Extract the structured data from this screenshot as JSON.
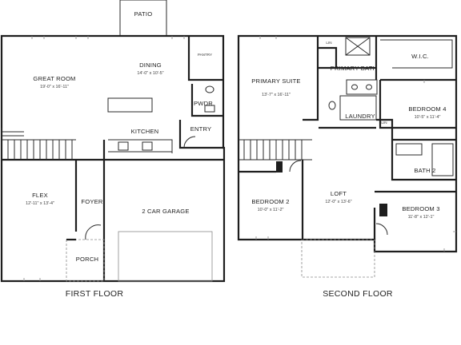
{
  "first_floor": {
    "title": "FIRST FLOOR",
    "rooms": {
      "patio": {
        "name": "PATIO"
      },
      "great_room": {
        "name": "GREAT ROOM",
        "dims": "19'-0\" x 16'-11\""
      },
      "dining": {
        "name": "DINING",
        "dims": "14'-0\" x 10'-5\""
      },
      "pantry": {
        "name": "PANTRY"
      },
      "pwdr": {
        "name": "PWDR"
      },
      "kitchen": {
        "name": "KITCHEN"
      },
      "entry": {
        "name": "ENTRY"
      },
      "flex": {
        "name": "FLEX",
        "dims": "12'-11\" x 13'-4\""
      },
      "foyer": {
        "name": "FOYER"
      },
      "garage": {
        "name": "2 CAR GARAGE"
      },
      "porch": {
        "name": "PORCH"
      }
    }
  },
  "second_floor": {
    "title": "SECOND FLOOR",
    "rooms": {
      "linen_top": {
        "name": "LIN"
      },
      "primary_bath": {
        "name": "PRIMARY BATH"
      },
      "wic": {
        "name": "W.I.C."
      },
      "primary_suite": {
        "name": "PRIMARY SUITE",
        "dims": "13'-7\" x 16'-11\""
      },
      "bedroom4": {
        "name": "BEDROOM 4",
        "dims": "10'-5\" x 11'-4\""
      },
      "laundry": {
        "name": "LAUNDRY"
      },
      "linen_mid": {
        "name": "LIN"
      },
      "bath2": {
        "name": "BATH 2"
      },
      "bedroom2": {
        "name": "BEDROOM 2",
        "dims": "10'-0\" x 11'-2\""
      },
      "loft": {
        "name": "LOFT",
        "dims": "12'-0\" x 13'-6\""
      },
      "bedroom3": {
        "name": "BEDROOM 3",
        "dims": "11'-8\" x 12'-1\""
      }
    }
  }
}
